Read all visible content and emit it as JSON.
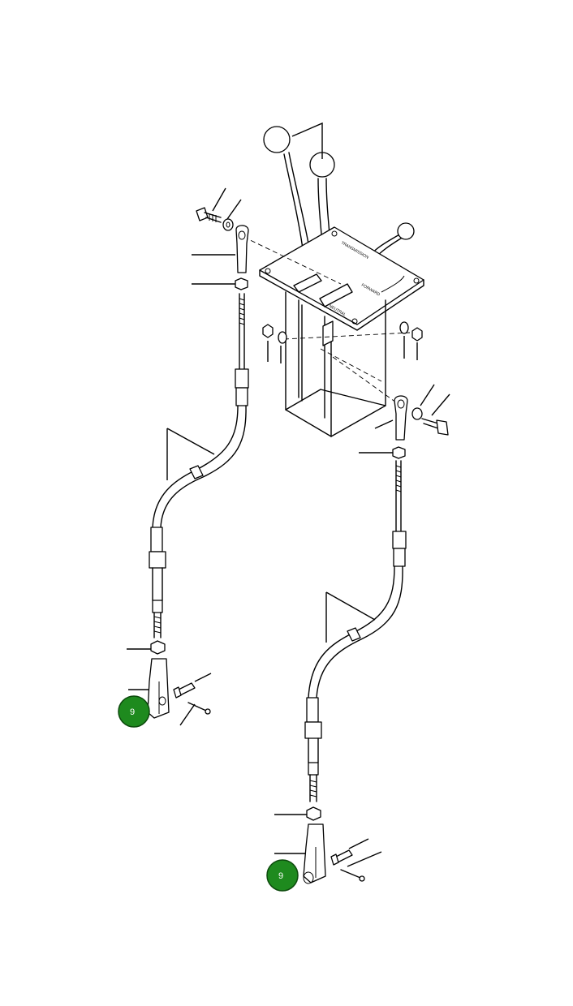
{
  "callouts": [
    {
      "id": "left",
      "label": "9",
      "color": "#1e8a1e"
    },
    {
      "id": "right",
      "label": "9",
      "color": "#1e8a1e"
    }
  ],
  "plate": {
    "label_top": "TRANSMISSION",
    "label_mid": "FORWARD",
    "label_low": "NEUTRAL"
  }
}
